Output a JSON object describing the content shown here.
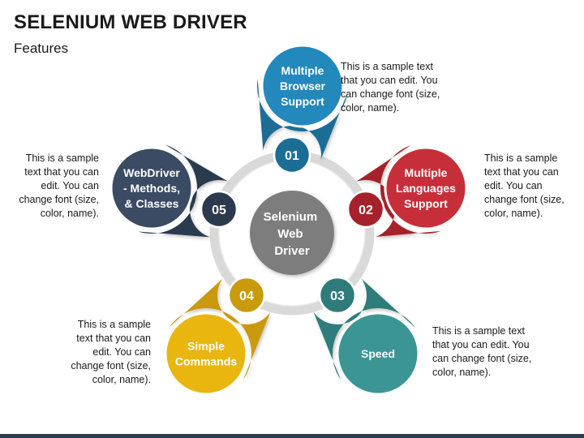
{
  "header": {
    "title": "SELENIUM WEB DRIVER",
    "subtitle": "Features"
  },
  "center": {
    "lines": [
      "Selenium",
      "Web",
      "Driver"
    ],
    "color": "#7d7d7d"
  },
  "features": [
    {
      "number": "01",
      "lines": [
        "Multiple",
        "Browser",
        "Support"
      ],
      "color": "#1c6d95",
      "light": "#2388bb",
      "description": "This is a sample text\nthat you can edit. You\ncan change font (size,\ncolor, name)."
    },
    {
      "number": "02",
      "lines": [
        "Multiple",
        "Languages",
        "Support"
      ],
      "color": "#a5222c",
      "light": "#c62f3a",
      "description": "This is a sample\ntext that you can\nedit. You can\nchange font (size,\ncolor, name)."
    },
    {
      "number": "03",
      "lines": [
        "Speed"
      ],
      "color": "#2f7b7b",
      "light": "#3b9595",
      "description": "This is a sample text\nthat you can edit. You\ncan change font (size,\ncolor, name)."
    },
    {
      "number": "04",
      "lines": [
        "Simple",
        "Commands"
      ],
      "color": "#c99a0c",
      "light": "#e9b60f",
      "description": "This is a sample\ntext that you can\nedit. You can\nchange font (size,\ncolor, name)."
    },
    {
      "number": "05",
      "lines": [
        "WebDriver",
        "- Methods,",
        "& Classes"
      ],
      "color": "#2c3a4d",
      "light": "#3a4b63",
      "description": "This is a sample\ntext that you can\nedit. You can\nchange font (size,\ncolor, name)."
    }
  ]
}
